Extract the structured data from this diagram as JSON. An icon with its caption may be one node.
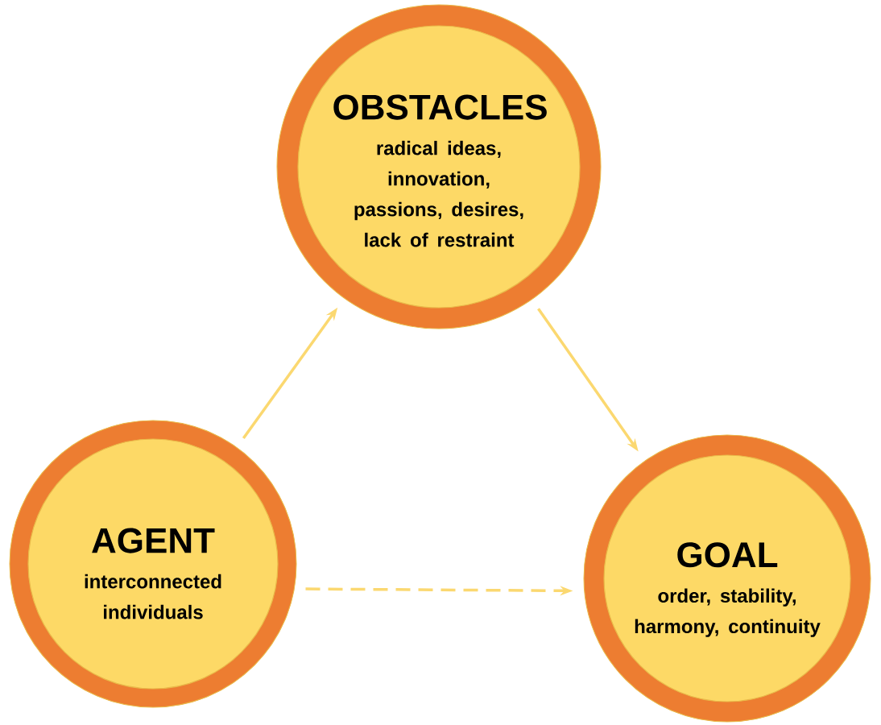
{
  "diagram": {
    "nodes": [
      {
        "text": [
          "OBSTACLES",
          "radical ideas, innovation, passions, desires, lack of restraint"
        ]
      },
      {
        "text": [
          "AGENT",
          "interconnected individuals"
        ]
      },
      {
        "text": [
          "GOAL",
          "order, stability, harmony, continuity"
        ]
      }
    ],
    "edges": [
      {
        "from": 1,
        "to": 0,
        "arrow": "to"
      },
      {
        "from": 0,
        "to": 2,
        "arrow": "to"
      },
      {
        "from": 1,
        "to": 2,
        "arrow": "to",
        "style": "dashed"
      }
    ]
  }
}
